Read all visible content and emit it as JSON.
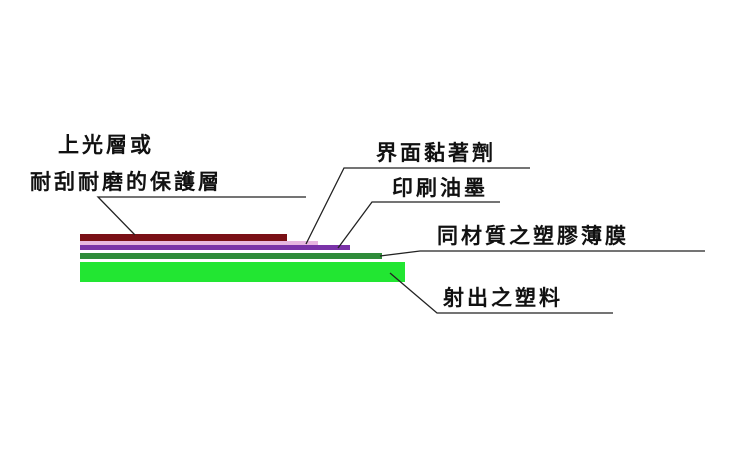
{
  "labels": {
    "protective_line1": "上光層或",
    "protective_line2": "耐刮耐磨的保護層",
    "adhesive": "界面黏著劑",
    "ink": "印刷油墨",
    "film": "同材質之塑膠薄膜",
    "molded_plastic": "射出之塑料"
  },
  "colors": {
    "protective_layer": "#7a1016",
    "adhesive_layer": "#e7b6e0",
    "ink_layer": "#7a33a8",
    "film_layer": "#2f8c3a",
    "molded_layer": "#22e632"
  }
}
